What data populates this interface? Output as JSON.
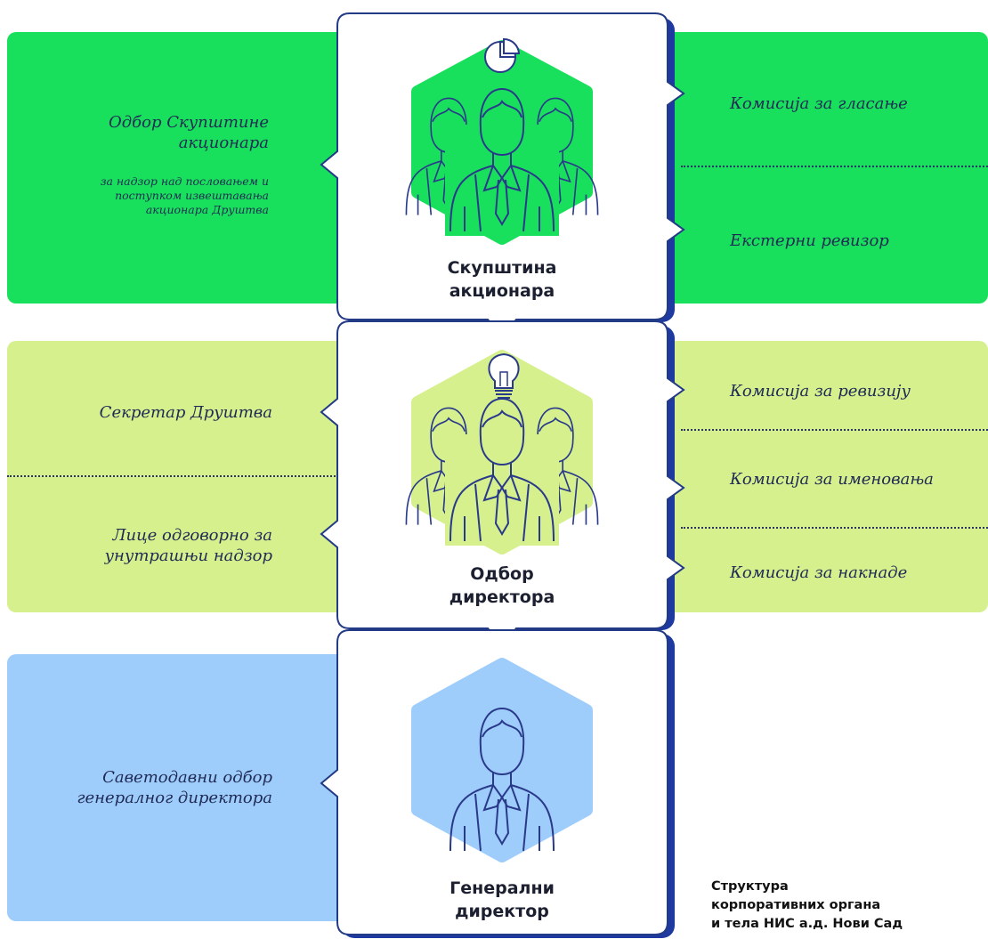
{
  "colors": {
    "band_shareholders": "#19e05c",
    "band_directors": "#d6f08e",
    "band_ceo": "#9fcdfb",
    "card_border": "#233a86",
    "card_shadow": "#1e3aa0",
    "line_art": "#2a3a8a"
  },
  "icons": {
    "shareholders": "pie-chart-icon",
    "directors": "light-bulb-icon",
    "ceo": "person-icon"
  },
  "shareholders_section": {
    "card_title_line1": "Скупштина",
    "card_title_line2": "акционара",
    "left_title_line1": "Одбор Скупштине",
    "left_title_line2": "акционара",
    "left_sub_line1": "за надзор над пословањем и",
    "left_sub_line2": "поступком извештавања",
    "left_sub_line3": "акционара Друштва",
    "right_item_1": "Комисија за гласање",
    "right_item_2": "Екстерни ревизор"
  },
  "directors_section": {
    "card_title_line1": "Одбор",
    "card_title_line2": "директора",
    "left_item_1": "Секретар Друштва",
    "left_item_2_line1": "Лице одговорно за",
    "left_item_2_line2": "унутрашњи надзор",
    "right_item_1": "Комисија за ревизију",
    "right_item_2": "Комисија за именовања",
    "right_item_3": "Комисија за накнаде"
  },
  "ceo_section": {
    "card_title_line1": "Генерални",
    "card_title_line2": "директор",
    "left_item_1_line1": "Саветодавни одбор",
    "left_item_1_line2": "генералног директора"
  },
  "caption": {
    "line1": "Структура",
    "line2": "корпоративних органа",
    "line3": "и тела НИС а.д. Нови Сад"
  }
}
